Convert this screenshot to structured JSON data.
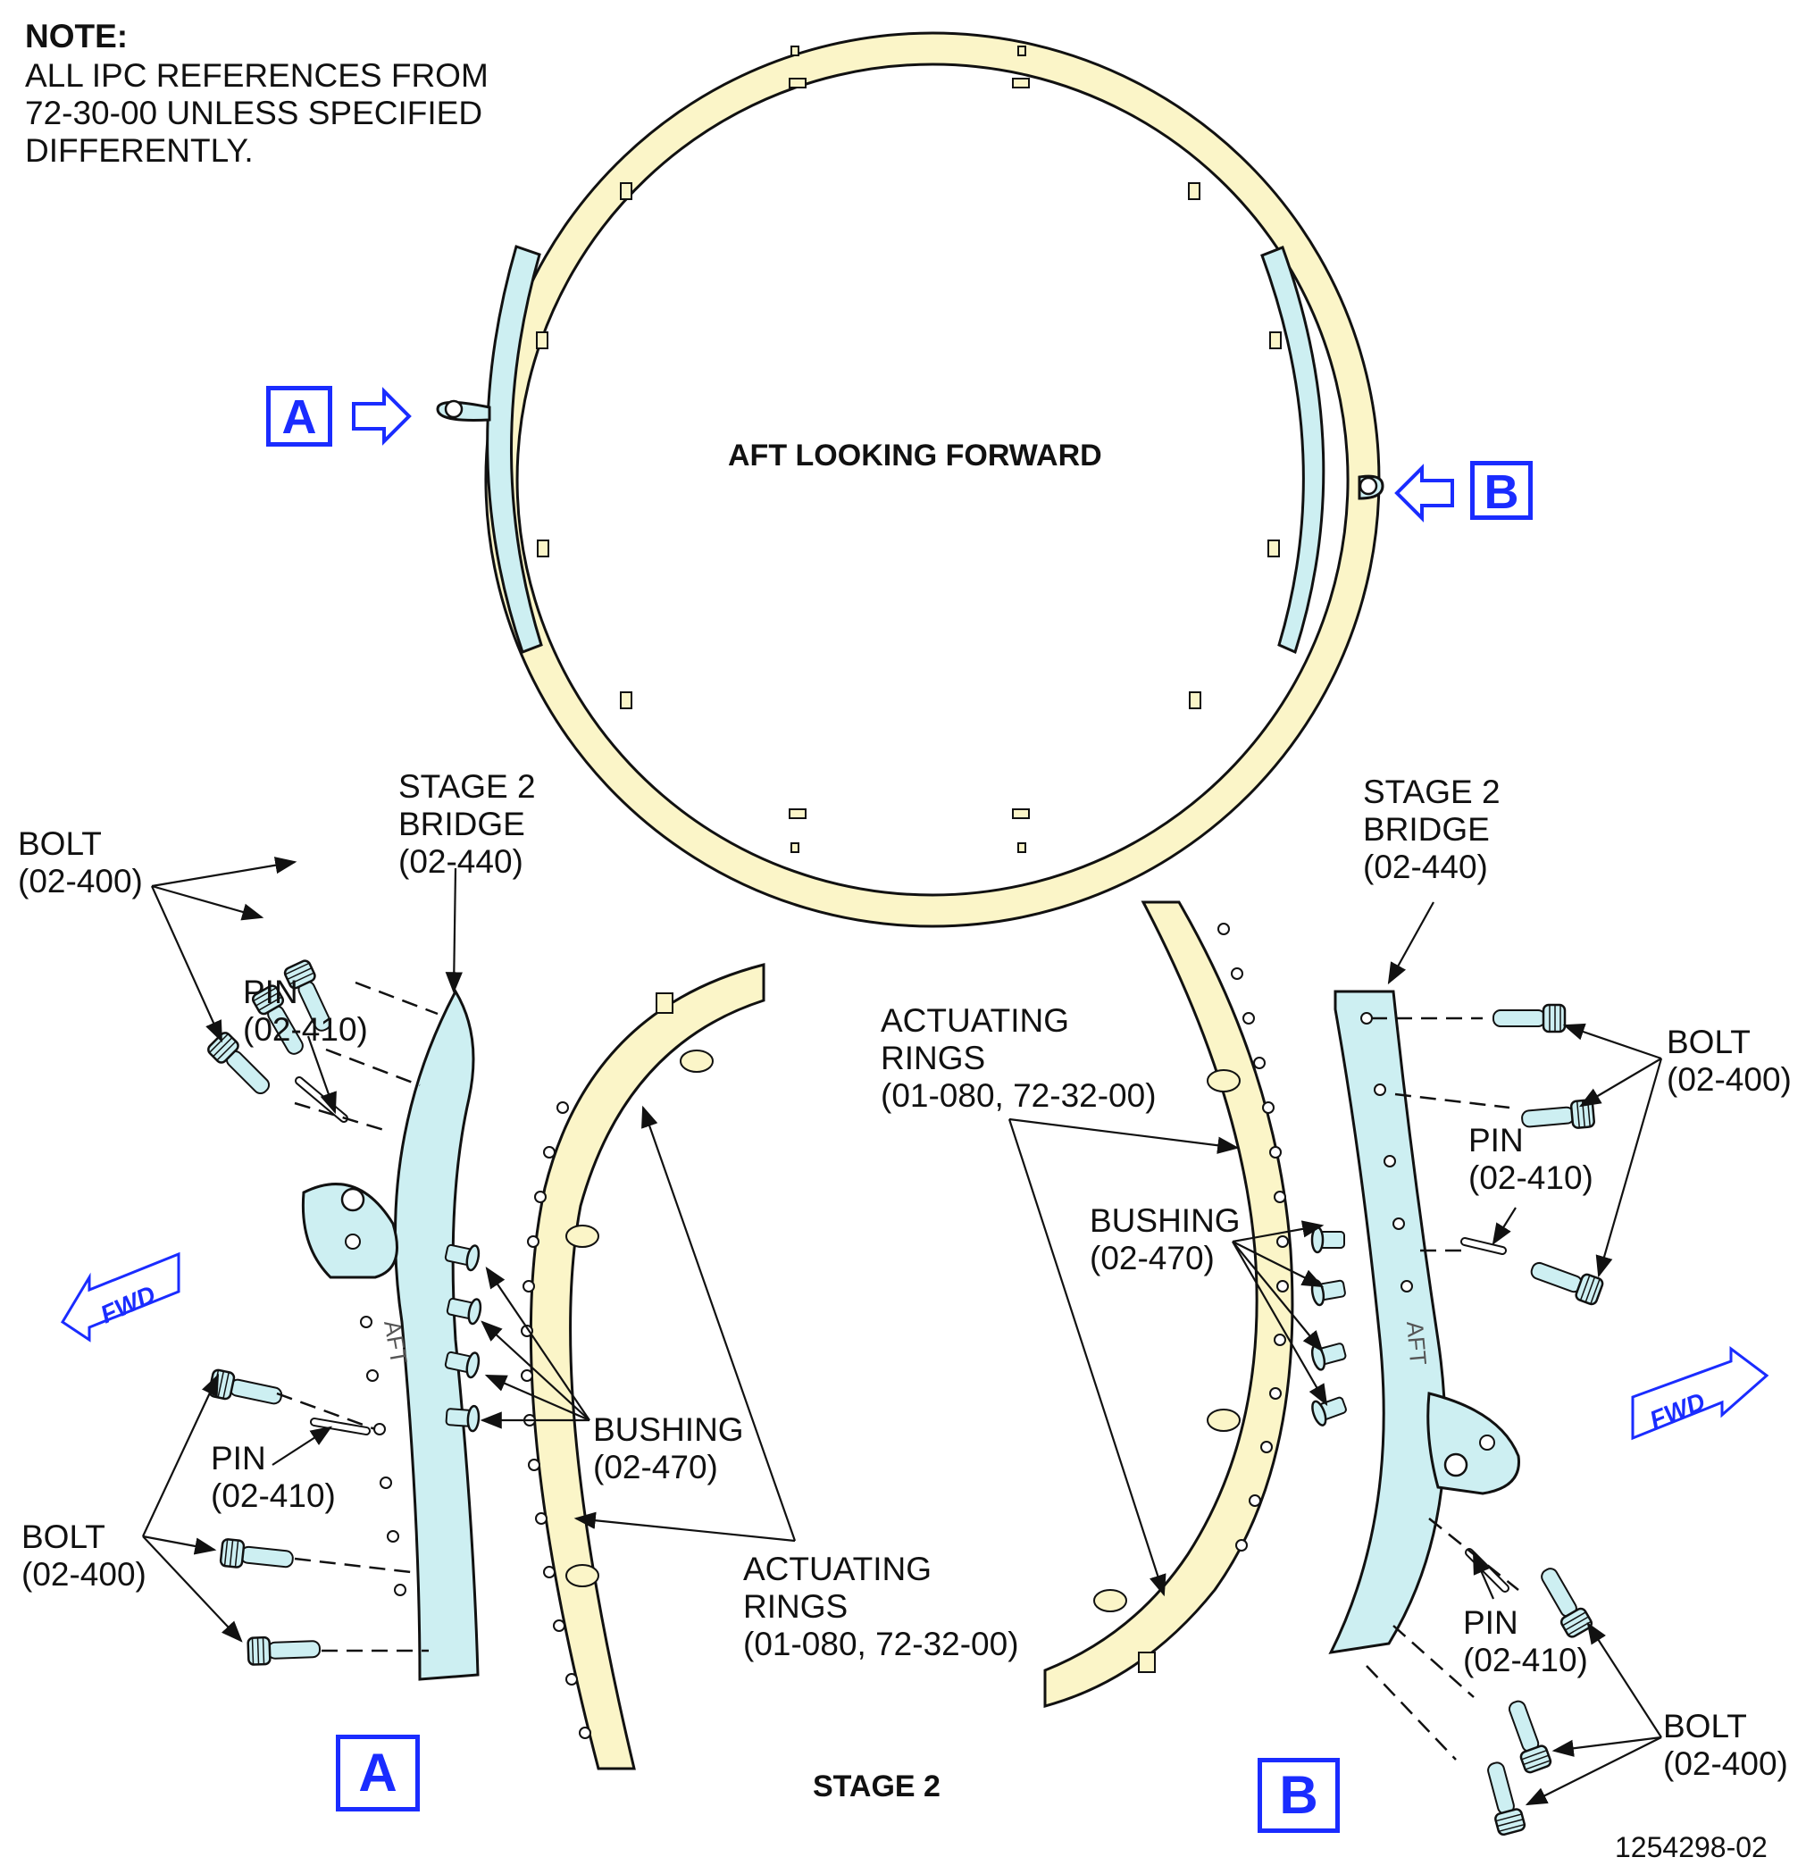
{
  "note": {
    "heading": "NOTE:",
    "lines": [
      "ALL IPC REFERENCES FROM",
      "72-30-00 UNLESS SPECIFIED",
      "DIFFERENTLY."
    ]
  },
  "main_view": {
    "label": "AFT LOOKING FORWARD"
  },
  "callouts": {
    "a": "A",
    "b": "B"
  },
  "fwd_label": "FWD",
  "detail_a": {
    "bolt_top": [
      "BOLT",
      "(02-400)"
    ],
    "bridge": [
      "STAGE 2",
      "BRIDGE",
      "(02-440)"
    ],
    "pin_top": [
      "PIN",
      "(02-410)"
    ],
    "pin_bottom": [
      "PIN",
      "(02-410)"
    ],
    "bolt_bottom": [
      "BOLT",
      "(02-400)"
    ],
    "bushing": [
      "BUSHING",
      "(02-470)"
    ],
    "rings": [
      "ACTUATING",
      "RINGS",
      "(01-080, 72-32-00)"
    ]
  },
  "detail_b": {
    "bridge": [
      "STAGE 2",
      "BRIDGE",
      "(02-440)"
    ],
    "rings": [
      "ACTUATING",
      "RINGS",
      "(01-080, 72-32-00)"
    ],
    "bolt_top": [
      "BOLT",
      "(02-400)"
    ],
    "pin_top": [
      "PIN",
      "(02-410)"
    ],
    "bushing": [
      "BUSHING",
      "(02-470)"
    ],
    "pin_bottom": [
      "PIN",
      "(02-410)"
    ],
    "bolt_bottom": [
      "BOLT",
      "(02-400)"
    ]
  },
  "stage_label": "STAGE 2",
  "figure_number": "1254298-02",
  "colors": {
    "ring": "#fbf5c8",
    "bridge": "#cdeff2",
    "callout": "#1a2cff",
    "line": "#111111"
  }
}
